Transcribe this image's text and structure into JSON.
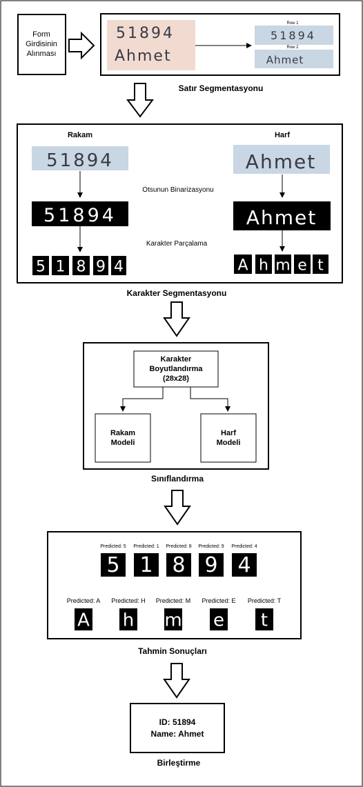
{
  "steps": {
    "input": {
      "label_line1": "Form",
      "label_line2": "Girdisinin",
      "label_line3": "Alınması"
    },
    "line_seg": {
      "title": "Satır Segmentasyonu",
      "form_line1": "51894",
      "form_line2": "Ahmet",
      "row1_label": "Row 1",
      "row2_label": "Row 2",
      "row1_text": "51894",
      "row2_text": "Ahmet"
    },
    "char_seg": {
      "title": "Karakter Segmentasyonu",
      "digit_header": "Rakam",
      "letter_header": "Harf",
      "binarize_label": "Otsunun  Binarizasyonu",
      "split_label": "Karakter Parçalama",
      "digit_text": "51894",
      "letter_text": "Ahmet",
      "digits": [
        "5",
        "1",
        "8",
        "9",
        "4"
      ],
      "letters": [
        "A",
        "h",
        "m",
        "e",
        "t"
      ]
    },
    "classify": {
      "title": "Sınıflandırma",
      "resize_line1": "Karakter",
      "resize_line2": "Boyutlandırma",
      "resize_line3": "(28x28)",
      "digit_model_line1": "Rakam",
      "digit_model_line2": "Modeli",
      "letter_model_line1": "Harf",
      "letter_model_line2": "Modeli"
    },
    "results": {
      "title": "Tahmin Sonuçları",
      "digit_preds": [
        "Predicted: 5",
        "Predicted: 1",
        "Predicted: 8",
        "Predicted: 9",
        "Predicted: 4"
      ],
      "digit_chars": [
        "5",
        "1",
        "8",
        "9",
        "4"
      ],
      "letter_preds": [
        "Predicted: A",
        "Predicted: H",
        "Predicted: M",
        "Predicted: E",
        "Predicted: T"
      ],
      "letter_chars": [
        "A",
        "h",
        "m",
        "e",
        "t"
      ]
    },
    "merge": {
      "title": "Birleştirme",
      "id_line": "ID: 51894",
      "name_line": "Name: Ahmet"
    }
  },
  "colors": {
    "paper": "#f1dbd1",
    "strip": "#c9d6e3",
    "stroke": "#000000",
    "ink": "#3a3a44"
  }
}
